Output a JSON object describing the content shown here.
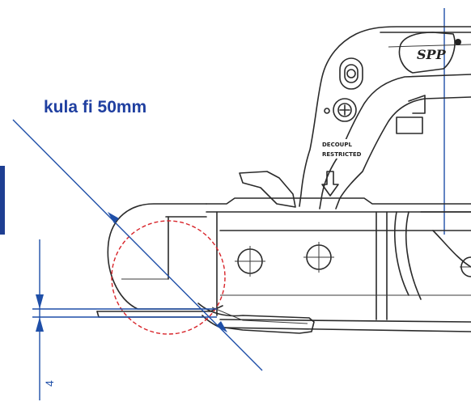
{
  "labels": {
    "ball_label": "kula fi 50mm",
    "dimension_value": "4",
    "brand_mark": "SPP",
    "stamp_line_1": "DECOUPL",
    "stamp_line_2": "RESTRICTED"
  },
  "colors": {
    "dimension_blue": "#1f4fa8",
    "ball_circle_red": "#d8242a",
    "line_black": "#2a2a2a",
    "left_bar_blue": "#1e3e92"
  },
  "icons": {
    "direction_arrow": "down-arrow-icon",
    "hole_symbol": "crosshair-hole-icon"
  }
}
